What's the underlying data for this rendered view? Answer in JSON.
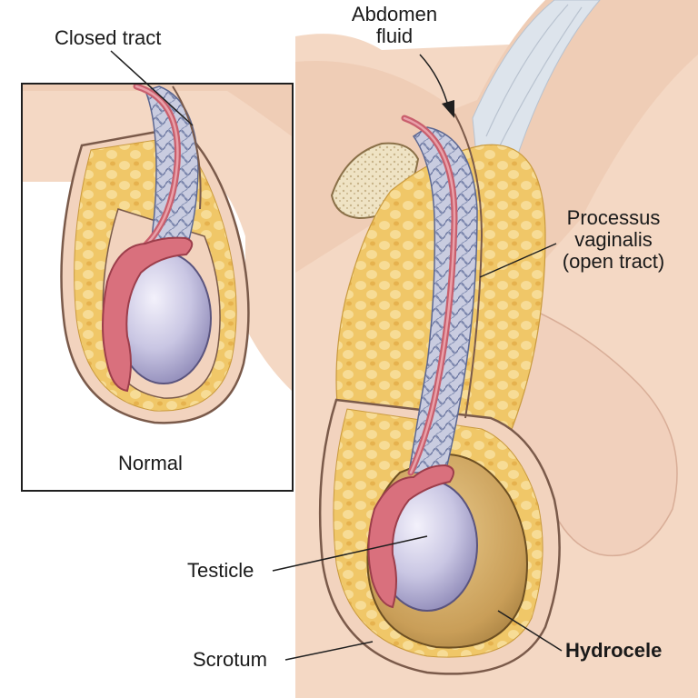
{
  "labels": {
    "closed_tract": "Closed tract",
    "abdomen_fluid_line1": "Abdomen",
    "abdomen_fluid_line2": "fluid",
    "processus_line1": "Processus",
    "processus_line2": "vaginalis",
    "processus_line3": "(open tract)",
    "normal": "Normal",
    "testicle": "Testicle",
    "scrotum": "Scrotum",
    "hydrocele": "Hydrocele"
  },
  "colors": {
    "skin": "#f4d8c4",
    "skin_shadow": "#e8bfa6",
    "fat": "#f0c768",
    "fat_light": "#f7dc96",
    "testicle": "#c9c6e3",
    "testicle_highlight": "#eceaf7",
    "epididymis": "#d9707d",
    "vas_deferens": "#c95f6d",
    "fluid": "#d7b06a",
    "fluid_dark": "#b08a45",
    "vessels": "#8c96b8",
    "bone": "#efe3c4",
    "tendon": "#dde4ec",
    "outline": "#3a2c28"
  }
}
